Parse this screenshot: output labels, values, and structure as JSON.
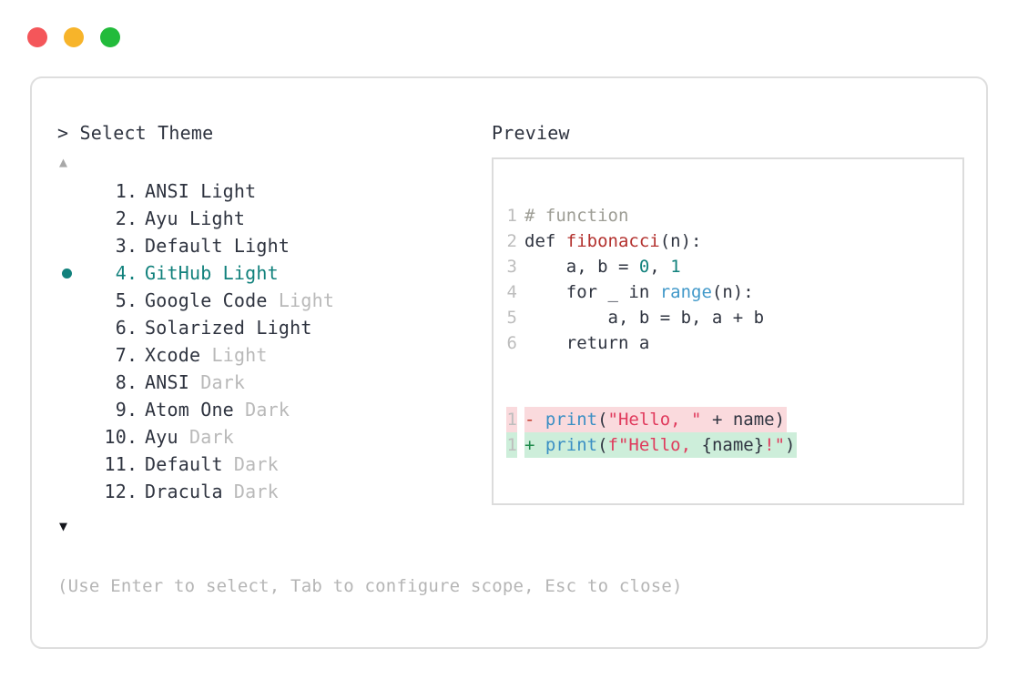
{
  "window": {
    "dots": [
      {
        "name": "close-dot",
        "color": "#f4565a"
      },
      {
        "name": "minimize-dot",
        "color": "#f7b42a"
      },
      {
        "name": "maximize-dot",
        "color": "#22bb3b"
      }
    ]
  },
  "left": {
    "prompt": "> Select Theme",
    "scroll_up": "▲",
    "scroll_down": "▼",
    "selected_index": 4,
    "bullet": "●",
    "items": [
      {
        "num": " 1",
        "dot": ". ",
        "name": "ANSI Light",
        "suffix": "",
        "suffix_muted": false,
        "selected": false
      },
      {
        "num": " 2",
        "dot": ". ",
        "name": "Ayu Light",
        "suffix": "",
        "suffix_muted": false,
        "selected": false
      },
      {
        "num": " 3",
        "dot": ". ",
        "name": "Default Light",
        "suffix": "",
        "suffix_muted": false,
        "selected": false
      },
      {
        "num": " 4",
        "dot": ". ",
        "name": "GitHub Light",
        "suffix": "",
        "suffix_muted": false,
        "selected": true
      },
      {
        "num": " 5",
        "dot": ". ",
        "name": "Google Code",
        "suffix": " Light",
        "suffix_muted": true,
        "selected": false
      },
      {
        "num": " 6",
        "dot": ". ",
        "name": "Solarized Light",
        "suffix": "",
        "suffix_muted": false,
        "selected": false
      },
      {
        "num": " 7",
        "dot": ". ",
        "name": "Xcode",
        "suffix": " Light",
        "suffix_muted": true,
        "selected": false
      },
      {
        "num": " 8",
        "dot": ". ",
        "name": "ANSI",
        "suffix": " Dark",
        "suffix_muted": true,
        "selected": false
      },
      {
        "num": " 9",
        "dot": ". ",
        "name": "Atom One",
        "suffix": " Dark",
        "suffix_muted": true,
        "selected": false
      },
      {
        "num": "10",
        "dot": ". ",
        "name": "Ayu",
        "suffix": " Dark",
        "suffix_muted": true,
        "selected": false
      },
      {
        "num": "11",
        "dot": ". ",
        "name": "Default",
        "suffix": " Dark",
        "suffix_muted": true,
        "selected": false
      },
      {
        "num": "12",
        "dot": ". ",
        "name": "Dracula",
        "suffix": " Dark",
        "suffix_muted": true,
        "selected": false
      }
    ],
    "hint": "(Use Enter to select, Tab to configure scope, Esc to close)"
  },
  "right": {
    "label": "Preview",
    "code_lines": [
      {
        "no": "1",
        "tokens": [
          {
            "t": "# function",
            "c": "comment"
          }
        ]
      },
      {
        "no": "2",
        "tokens": [
          {
            "t": "def ",
            "c": "kw"
          },
          {
            "t": "fibonacci",
            "c": "fn"
          },
          {
            "t": "(n):",
            "c": "plain"
          }
        ]
      },
      {
        "no": "3",
        "tokens": [
          {
            "t": "    a, b = ",
            "c": "plain"
          },
          {
            "t": "0",
            "c": "num"
          },
          {
            "t": ", ",
            "c": "plain"
          },
          {
            "t": "1",
            "c": "num"
          }
        ]
      },
      {
        "no": "4",
        "tokens": [
          {
            "t": "    for _ in ",
            "c": "plain"
          },
          {
            "t": "range",
            "c": "builtin"
          },
          {
            "t": "(n):",
            "c": "plain"
          }
        ]
      },
      {
        "no": "5",
        "tokens": [
          {
            "t": "        a, b = b, a + b",
            "c": "plain"
          }
        ]
      },
      {
        "no": "6",
        "tokens": [
          {
            "t": "    return a",
            "c": "plain"
          }
        ]
      }
    ],
    "diff_lines": [
      {
        "no": "1",
        "kind": "del",
        "marker": "- ",
        "tokens": [
          {
            "t": "print",
            "c": "print"
          },
          {
            "t": "(",
            "c": "plain"
          },
          {
            "t": "\"Hello, \"",
            "c": "str"
          },
          {
            "t": " + name)",
            "c": "plain"
          }
        ]
      },
      {
        "no": "1",
        "kind": "add",
        "marker": "+ ",
        "tokens": [
          {
            "t": "print",
            "c": "print"
          },
          {
            "t": "(",
            "c": "plain"
          },
          {
            "t": "f\"Hello, ",
            "c": "str"
          },
          {
            "t": "{name}",
            "c": "plain"
          },
          {
            "t": "!\"",
            "c": "str"
          },
          {
            "t": ")",
            "c": "plain"
          }
        ]
      }
    ]
  },
  "colors": {
    "accent_teal": "#11817c",
    "diff_add_bg": "#cdeeda",
    "diff_del_bg": "#fadadd",
    "border": "#dedede",
    "muted_text": "#b9b9b9"
  }
}
